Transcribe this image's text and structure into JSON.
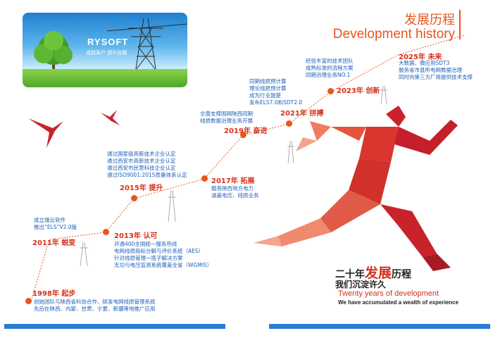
{
  "banner": {
    "brand": "RYSOFT",
    "slogan": "成就客户  提升自我"
  },
  "title": {
    "cn": "发展历程",
    "en": "Development history"
  },
  "milestones": [
    {
      "year": "1998年 起步",
      "lines": [
        "创始团队与陕西省科协合作、研发电网线损管理系统",
        "先后在陕西、内蒙、甘肃、宁夏、新疆等地推广应用"
      ]
    },
    {
      "year": "2011年 蜕变",
      "lines": [
        "成立瑞云软件",
        "推出“ELS”V2.0版"
      ]
    },
    {
      "year": "2013年 认可",
      "lines": [
        "开通400全国统一服务热线",
        "电网线损指标分解与评价系统（AES）",
        "针对线损管理一揽子解决方案",
        "无功与电压监测系统覆盖全省（WGMIS）"
      ]
    },
    {
      "year": "2015年 提升",
      "lines": [
        "通过国家级高新技术企业认定",
        "通过西安市高新技术企业认定",
        "通过西安市民营科技企业认定",
        "通过ISO9001:2015质量体系认定"
      ]
    },
    {
      "year": "2017年 拓展",
      "lines": [
        "服务陕西地方电力",
        "涵盖电压、线损业务"
      ]
    },
    {
      "year": "2019年 奋进",
      "lines": [
        "全面支撑国网陕西同期",
        "线损数据治理业务开展"
      ]
    },
    {
      "year": "2021年 拼搏",
      "lines": [
        "同期线损预计算",
        "理论线损预计算",
        "成为行业翘楚",
        "发布ELS7.0和SDT2.0"
      ]
    },
    {
      "year": "2023年 创新",
      "lines": [
        "经验丰富的技术团队",
        "成熟标准的流程方案",
        "同期治理业务NO.1"
      ]
    },
    {
      "year": "2025年 未来",
      "lines": [
        "大数据、微应用SDT3",
        "服务省市县所电网数据治理",
        "同时向第三方厂商提供技术支撑"
      ]
    }
  ],
  "slogan": {
    "cn_line1_a": "二十年",
    "cn_line1_b": "发展",
    "cn_line1_c": "历程",
    "cn_line2": "我们沉淀许久",
    "en_line1": "Twenty years of development",
    "en_line2": "We have accumulated a wealth of experience"
  },
  "colors": {
    "accent": "#e8561f",
    "year": "#d6311b",
    "desc": "#1c5fb8",
    "footer": "#2a7bd3"
  }
}
